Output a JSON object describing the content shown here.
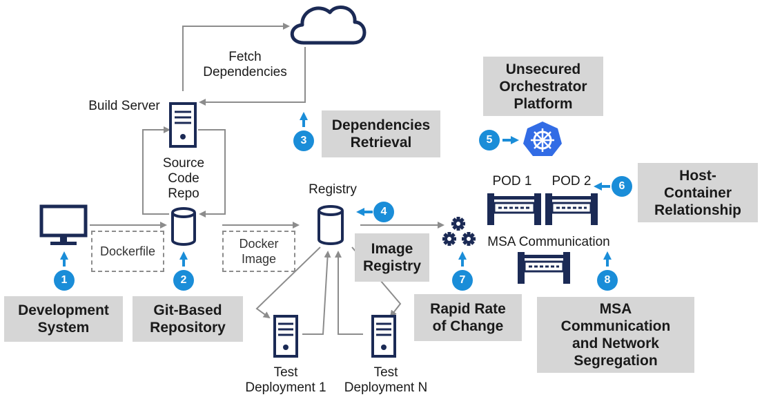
{
  "diagram": {
    "labels": {
      "build_server": "Build Server",
      "fetch_dependencies": "Fetch\nDependencies",
      "source_code_repo": "Source\nCode\nRepo",
      "registry": "Registry",
      "pod1": "POD 1",
      "pod2": "POD 2",
      "msa_communication": "MSA Communication",
      "test_deployment_1": "Test\nDeployment 1",
      "test_deployment_n": "Test\nDeployment N"
    },
    "artifacts": {
      "dockerfile": "Dockerfile",
      "docker_image": "Docker\nImage"
    },
    "badges": [
      "1",
      "2",
      "3",
      "4",
      "5",
      "6",
      "7",
      "8"
    ],
    "callouts": {
      "development_system": "Development\nSystem",
      "git_based_repository": "Git-Based\nRepository",
      "dependencies_retrieval": "Dependencies\nRetrieval",
      "image_registry": "Image\nRegistry",
      "unsecured_orchestrator": "Unsecured\nOrchestrator\nPlatform",
      "host_container": "Host-\nContainer\nRelationship",
      "rapid_rate": "Rapid Rate\nof Change",
      "msa_segregation": "MSA\nCommunication\nand Network\nSegregation"
    },
    "colors": {
      "navy": "#1b2a55",
      "accent_blue": "#1a8dd8",
      "kubernetes_blue": "#326ce5",
      "callout_gray": "#d6d6d6",
      "line_gray": "#8c8c8c"
    }
  }
}
